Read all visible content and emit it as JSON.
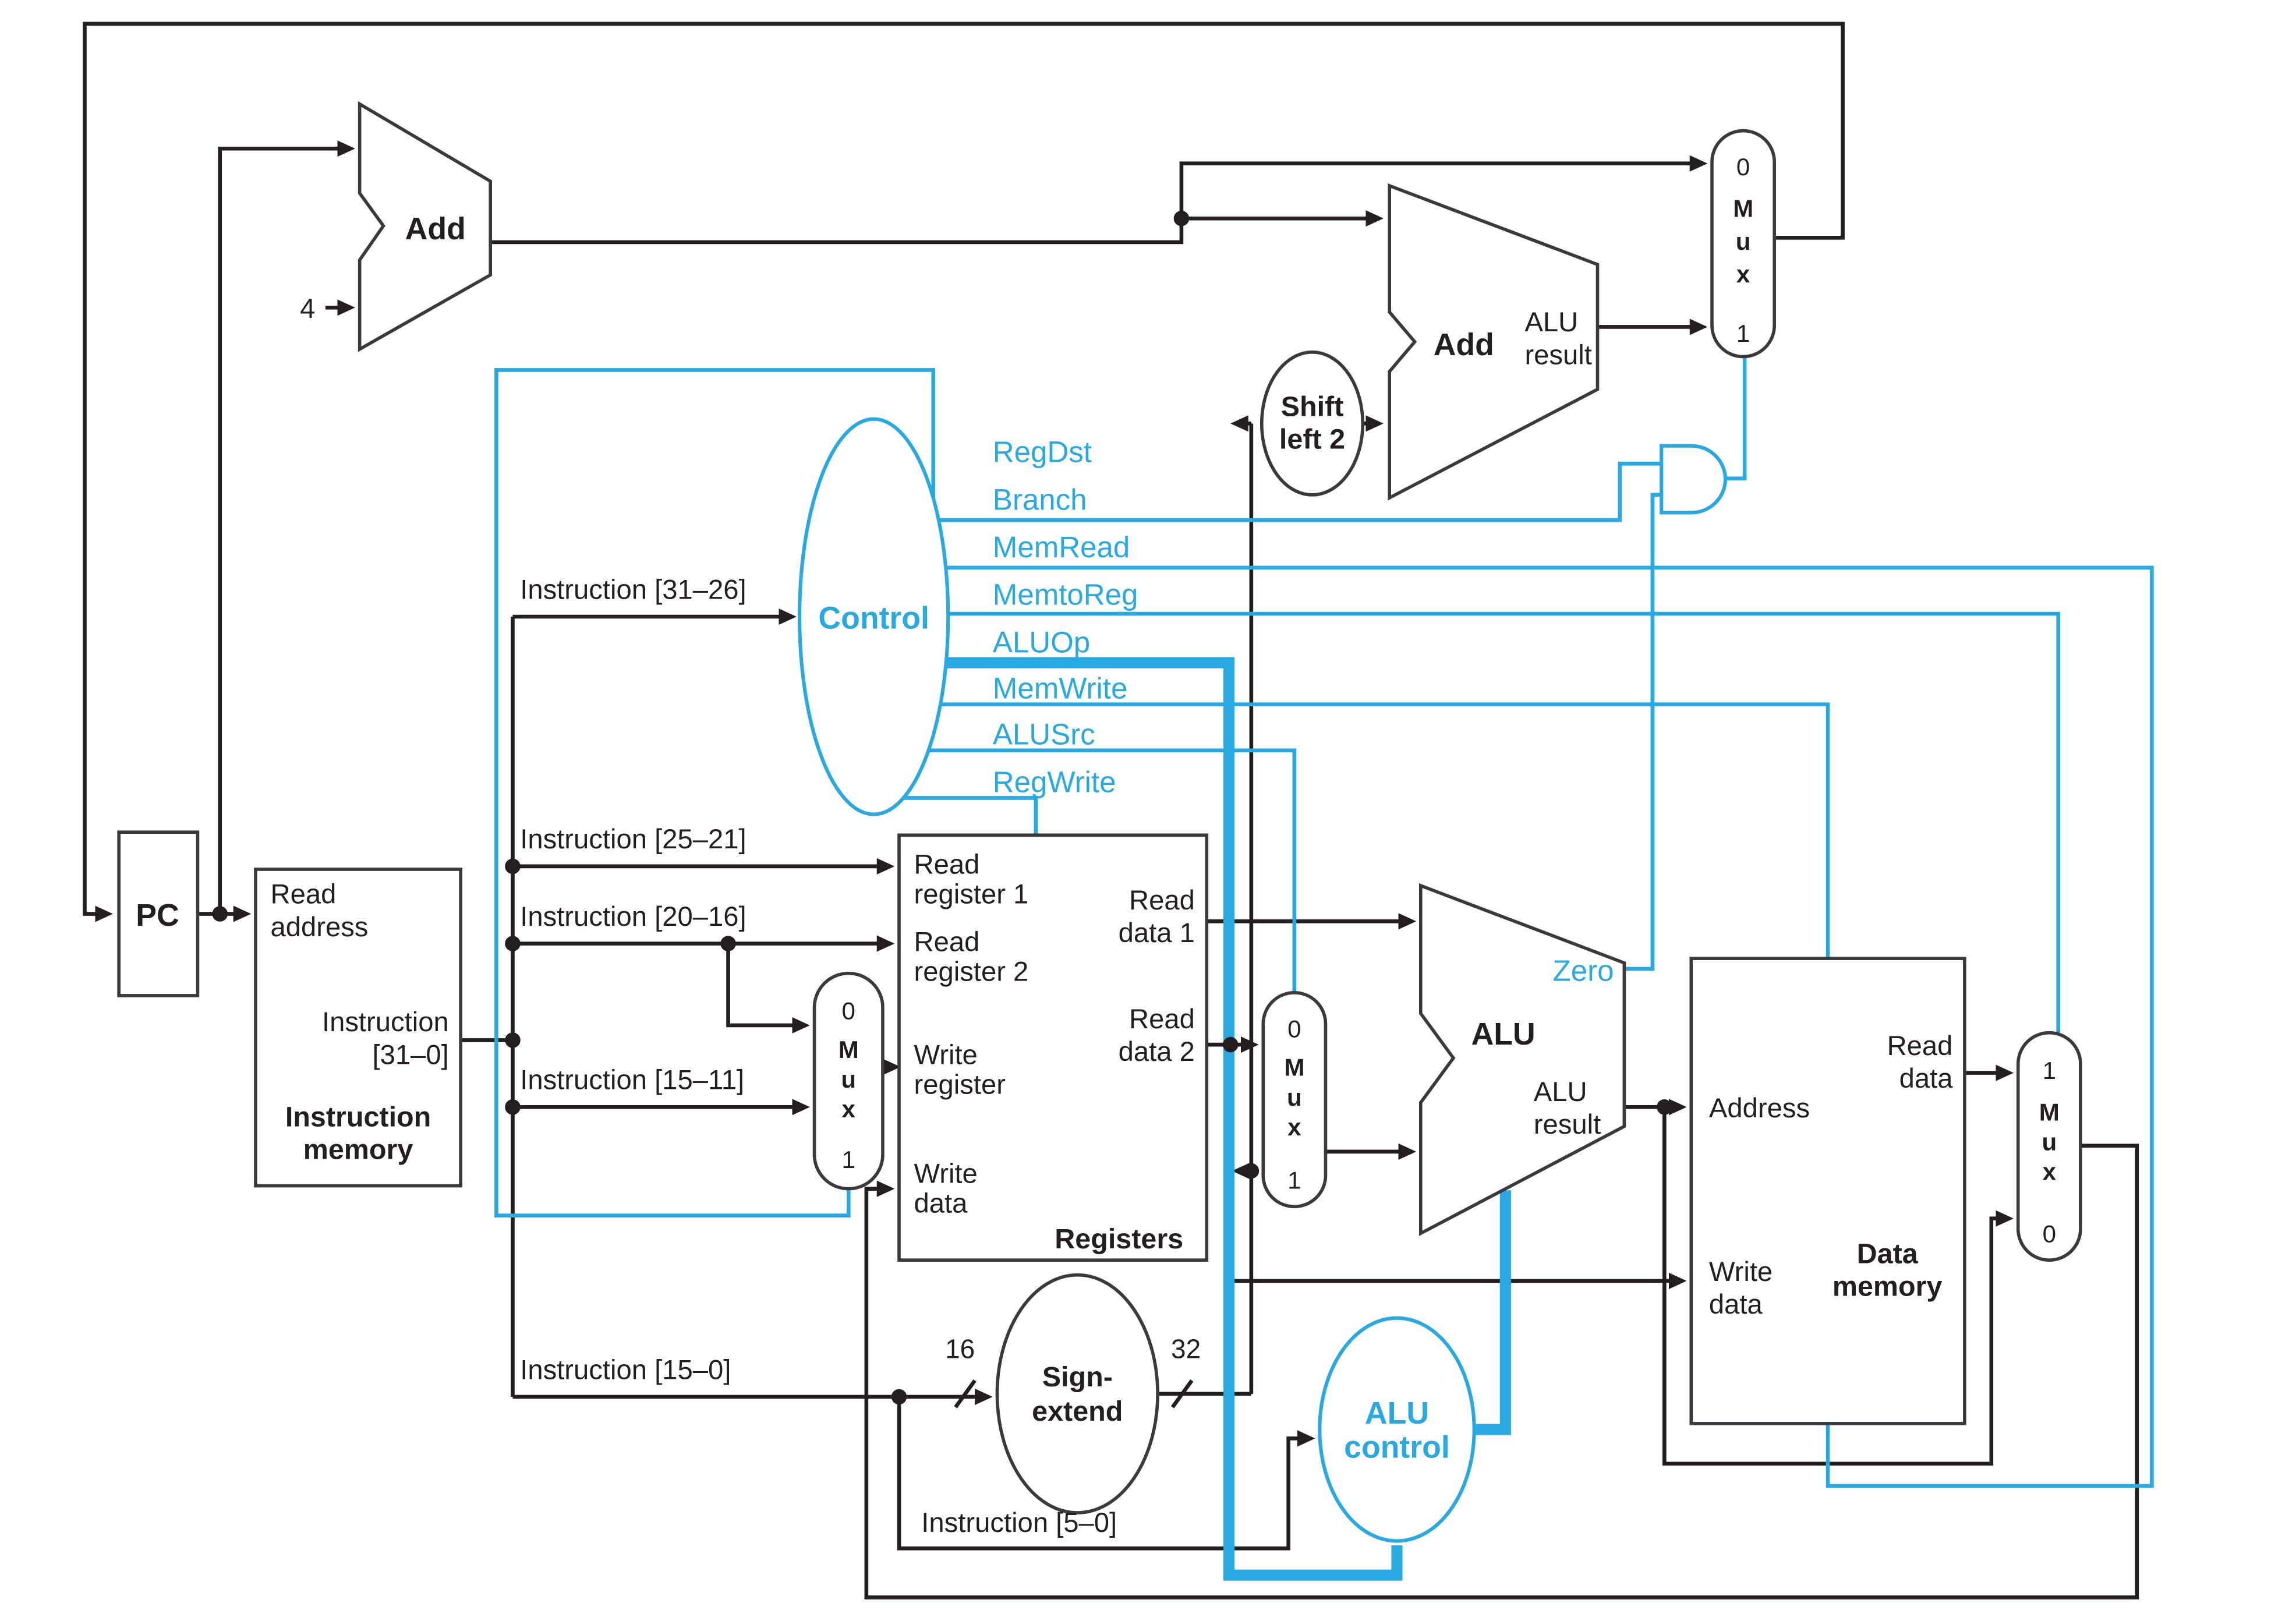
{
  "colors": {
    "control_blue": "#29a9e1",
    "wire_black": "#231f20"
  },
  "pc": {
    "label": "PC"
  },
  "const": {
    "four": "4",
    "in_width": "16",
    "out_width": "32"
  },
  "pc_adder": {
    "label": "Add"
  },
  "branch_adder": {
    "label": "Add",
    "result1": "ALU",
    "result2": "result"
  },
  "shift": {
    "line1": "Shift",
    "line2": "left 2"
  },
  "imem": {
    "read_address1": "Read",
    "read_address2": "address",
    "out1": "Instruction",
    "out2": "[31–0]",
    "name1": "Instruction",
    "name2": "memory"
  },
  "control": {
    "label": "Control",
    "signals": {
      "regdst": "RegDst",
      "branch": "Branch",
      "memread": "MemRead",
      "memtoreg": "MemtoReg",
      "aluop": "ALUOp",
      "memwrite": "MemWrite",
      "alusrc": "ALUSrc",
      "regwrite": "RegWrite"
    }
  },
  "fields": {
    "f31_26": "Instruction [31–26]",
    "f25_21": "Instruction [25–21]",
    "f20_16": "Instruction [20–16]",
    "f15_11": "Instruction [15–11]",
    "f15_0": "Instruction [15–0]",
    "f5_0": "Instruction [5–0]"
  },
  "registers": {
    "rr1_1": "Read",
    "rr1_2": "register 1",
    "rr2_1": "Read",
    "rr2_2": "register 2",
    "wr_1": "Write",
    "wr_2": "register",
    "wd_1": "Write",
    "wd_2": "data",
    "rd1_1": "Read",
    "rd1_2": "data 1",
    "rd2_1": "Read",
    "rd2_2": "data 2",
    "name": "Registers"
  },
  "mux": {
    "zero": "0",
    "one": "1",
    "m": "M",
    "u": "u",
    "x": "x"
  },
  "alu": {
    "label": "ALU",
    "zero": "Zero",
    "result1": "ALU",
    "result2": "result"
  },
  "signext": {
    "line1": "Sign-",
    "line2": "extend"
  },
  "alucontrol": {
    "line1": "ALU",
    "line2": "control"
  },
  "dmem": {
    "address": "Address",
    "rd_1": "Read",
    "rd_2": "data",
    "wd_1": "Write",
    "wd_2": "data",
    "name1": "Data",
    "name2": "memory"
  }
}
